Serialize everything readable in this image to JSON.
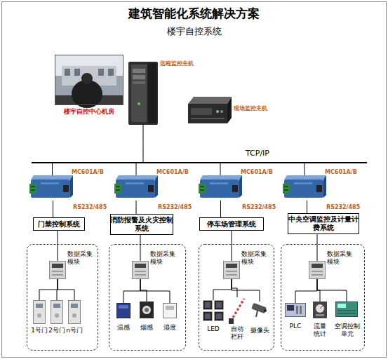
{
  "diagram": {
    "title": "建筑智能化系统解决方案",
    "nodes": [
      {
        "text": [
          "楼宇自控中心机房"
        ]
      },
      {
        "text": [
          "远程监控主机"
        ]
      },
      {
        "text": [
          "现场监控主机"
        ]
      },
      {
        "text": [
          "TCP/IP"
        ]
      },
      {
        "text": [
          "MC601A/B",
          "RS232/485"
        ]
      },
      {
        "text": [
          "MC601A/B",
          "RS232/485"
        ]
      },
      {
        "text": [
          "MC601A/B",
          "RS232/485"
        ]
      },
      {
        "text": [
          "MC601A/B",
          "RS232/485"
        ]
      },
      {
        "text": [
          "门禁控制系统"
        ]
      },
      {
        "text": [
          "消防报警及火灾控制系统"
        ]
      },
      {
        "text": [
          "停车场管理系统"
        ]
      },
      {
        "text": [
          "中央空调监控及计量计费系统"
        ]
      },
      {
        "text": []
      },
      {
        "text": [
          "数据采集模块"
        ],
        "in": 12
      },
      {
        "text": [
          "1号门"
        ],
        "in": 12
      },
      {
        "text": [
          "2号门"
        ],
        "in": 12
      },
      {
        "text": [
          "n号门"
        ],
        "in": 12
      },
      {
        "text": []
      },
      {
        "text": [
          "数据采集模块"
        ],
        "in": 17
      },
      {
        "text": [
          "温感"
        ],
        "in": 17
      },
      {
        "text": [
          "烟感"
        ],
        "in": 17
      },
      {
        "text": [
          "湿度"
        ],
        "in": 17
      },
      {
        "text": []
      },
      {
        "text": [
          "数据采集模块"
        ],
        "in": 22
      },
      {
        "text": [
          "LED"
        ],
        "in": 22
      },
      {
        "text": [
          "自动栏杆"
        ],
        "in": 22
      },
      {
        "text": [
          "摄像头"
        ],
        "in": 22
      },
      {
        "text": []
      },
      {
        "text": [
          "数据采集模块"
        ],
        "in": 27
      },
      {
        "text": [
          "PLC"
        ],
        "in": 27
      },
      {
        "text": [
          "流量统计"
        ],
        "in": 27
      },
      {
        "text": [
          "空调控制单元"
        ],
        "in": 27
      }
    ],
    "edges": [
      {
        "from": 1,
        "to": 3,
        "arrow": "none"
      },
      {
        "from": 3,
        "to": 4,
        "arrow": "none"
      },
      {
        "from": 3,
        "to": 5,
        "arrow": "none"
      },
      {
        "from": 3,
        "to": 6,
        "arrow": "none"
      },
      {
        "from": 3,
        "to": 7,
        "arrow": "none"
      },
      {
        "from": 4,
        "to": 8,
        "arrow": "none"
      },
      {
        "from": 5,
        "to": 9,
        "arrow": "none"
      },
      {
        "from": 6,
        "to": 10,
        "arrow": "none"
      },
      {
        "from": 7,
        "to": 11,
        "arrow": "none"
      },
      {
        "from": 8,
        "to": 13,
        "arrow": "none"
      },
      {
        "from": 9,
        "to": 18,
        "arrow": "none"
      },
      {
        "from": 10,
        "to": 23,
        "arrow": "none"
      },
      {
        "from": 11,
        "to": 28,
        "arrow": "none"
      },
      {
        "from": 13,
        "to": 14,
        "arrow": "none"
      },
      {
        "from": 13,
        "to": 15,
        "arrow": "none"
      },
      {
        "from": 13,
        "to": 16,
        "arrow": "none"
      },
      {
        "from": 18,
        "to": 19,
        "arrow": "none"
      },
      {
        "from": 18,
        "to": 20,
        "arrow": "none"
      },
      {
        "from": 18,
        "to": 21,
        "arrow": "none"
      },
      {
        "from": 23,
        "to": 24,
        "arrow": "none"
      },
      {
        "from": 23,
        "to": 25,
        "arrow": "none"
      },
      {
        "from": 23,
        "to": 26,
        "arrow": "none"
      },
      {
        "from": 28,
        "to": 29,
        "arrow": "none"
      },
      {
        "from": 28,
        "to": 30,
        "arrow": "none"
      },
      {
        "from": 28,
        "to": 31,
        "arrow": "none"
      }
    ],
    "labels": [
      "楼宇自控系统"
    ]
  }
}
